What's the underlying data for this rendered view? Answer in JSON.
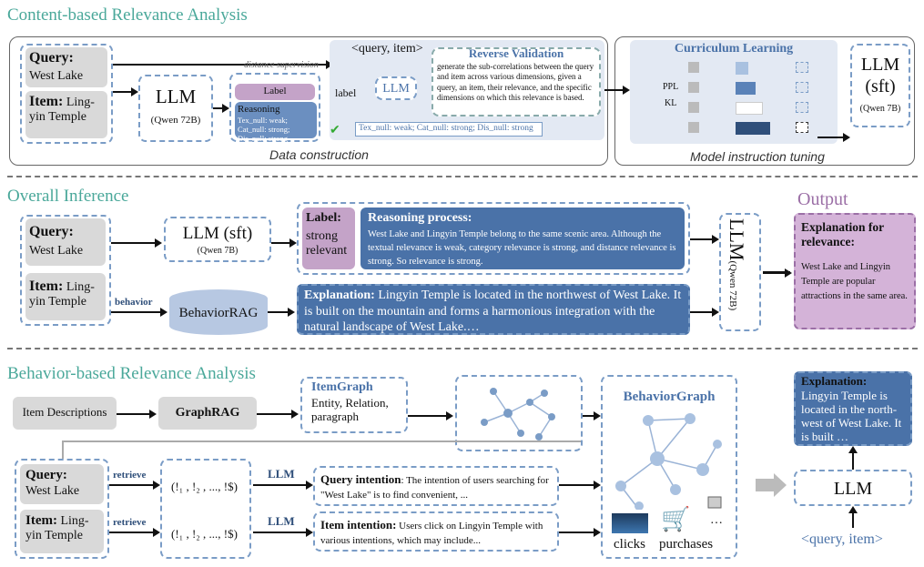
{
  "sections": {
    "content": "Content-based Relevance Analysis",
    "inference": "Overall Inference",
    "behavior": "Behavior-based Relevance Analysis"
  },
  "content": {
    "query_label": "Query:",
    "query_value": "West Lake",
    "item_label": "Item:",
    "item_value": "Ling-yin Temple",
    "llm": "LLM",
    "llm_model": "(Qwen 72B)",
    "distance_supervision": "distance supervision",
    "label_box": "Label",
    "reasoning_box": "Reasoning",
    "reasoning_detail": "Tex_null: weak; Cat_null: strong; Dis_null: strong",
    "query_item": "<query, item>",
    "label_small": "label",
    "llm_small": "LLM",
    "reverse_title": "Reverse Validation",
    "reverse_text": "generate the sub-correlations between the query and item across various dimensions, given a query, an item, their relevance, and the specific dimensions on which this relevance is based.",
    "tex_line": "Tex_null: weak; Cat_null: strong; Dis_null: strong",
    "caption_data": "Data construction",
    "curriculum_title": "Curriculum Learning",
    "ppl": "PPL",
    "kl": "KL",
    "llm_sft": "LLM",
    "llm_sft2": "(sft)",
    "llm_sft_model": "(Qwen 7B)",
    "caption_model": "Model instruction tuning"
  },
  "inference": {
    "query_label": "Query:",
    "query_value": "West Lake",
    "item_label": "Item:",
    "item_value": "Ling-yin Temple",
    "llm_sft": "LLM (sft)",
    "llm_sft_model": "(Qwen 7B)",
    "behavior_label": "behavior",
    "behavior_rag": "BehaviorRAG",
    "label_title": "Label:",
    "label_value": "strong relevant",
    "reasoning_title": "Reasoning process:",
    "reasoning_text": "West Lake and Lingyin Temple belong to the same scenic area. Although the textual relevance is weak, category relevance is strong, and distance relevance is strong. So relevance is strong.",
    "explanation_title": "Explanation:",
    "explanation_text": "Lingyin Temple is located in the northwest of West Lake. It is built on the mountain and forms a harmonious integration with the natural landscape of West Lake.…",
    "llm_big": "LLM",
    "llm_big_model": "(Qwen 72B)",
    "output_title": "Output",
    "output_heading": "Explanation for relevance:",
    "output_text": "West Lake and Lingyin Temple are popular attractions in the same area."
  },
  "behavior": {
    "item_descriptions": "Item Descriptions",
    "graphrag": "GraphRAG",
    "itemgraph_title": "ItemGraph",
    "itemgraph_text": "Entity, Relation, paragraph",
    "behaviorgraph_title": "BehaviorGraph",
    "query_label": "Query:",
    "query_value": "West Lake",
    "item_label": "Item:",
    "item_value": "Ling-yin Temple",
    "retrieve": "retrieve",
    "query_set": "(!₁ , !₂ , ..., !$)",
    "item_set": "(!₁ , !₂ , ..., !$)",
    "llm": "LLM",
    "query_intent_title": "Query intention",
    "query_intent_text": ": The intention of users searching for \"West Lake\" is to find convenient, ...",
    "item_intent_title": "Item intention:",
    "item_intent_text": " Users click on Lingyin Temple with various intentions, which may include...",
    "clicks": "clicks",
    "purchases": "purchases",
    "ellipsis": "…",
    "explanation_title": "Explanation:",
    "explanation_text": "Lingyin Temple is located in the north-west of West Lake. It is built …",
    "llm_final": "LLM",
    "query_item": "<query, item>"
  }
}
